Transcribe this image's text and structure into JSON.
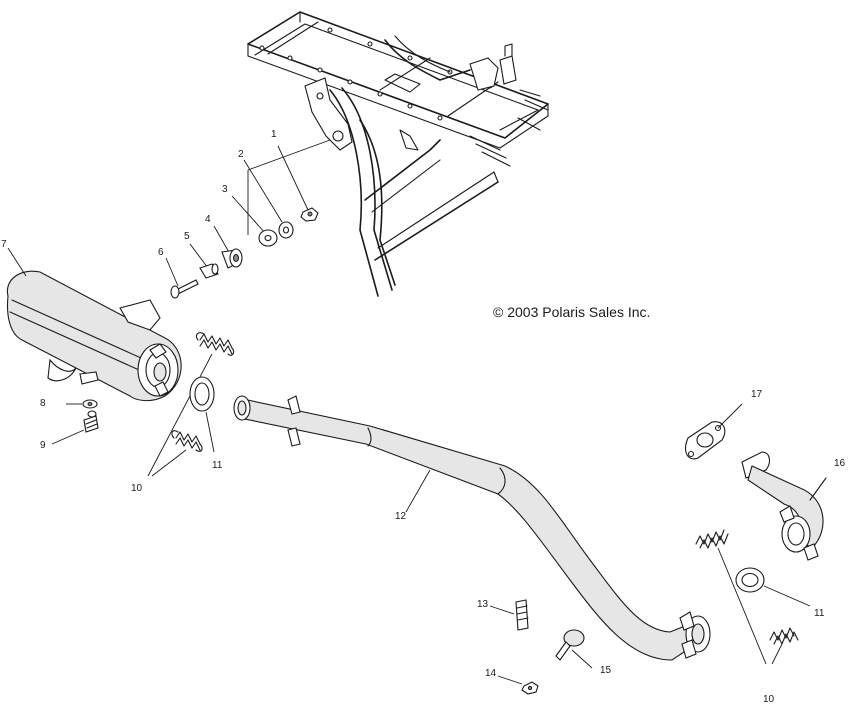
{
  "copyright": "© 2003 Polaris Sales Inc.",
  "callouts": {
    "c1": "1",
    "c2": "2",
    "c3": "3",
    "c4": "4",
    "c5": "5",
    "c6": "6",
    "c7": "7",
    "c8": "8",
    "c9": "9",
    "c10a": "10",
    "c10b": "10",
    "c11a": "11",
    "c11b": "11",
    "c12": "12",
    "c13": "13",
    "c14": "14",
    "c15": "15",
    "c16": "16",
    "c17": "17"
  }
}
